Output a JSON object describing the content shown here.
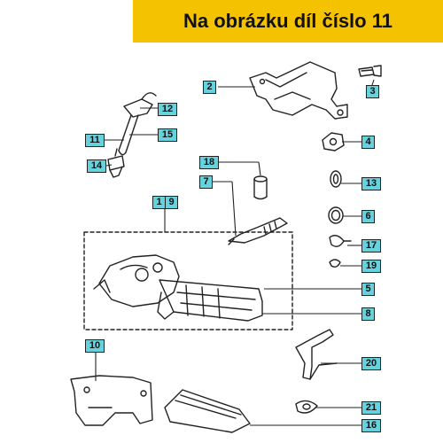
{
  "banner": {
    "text": "Na obrázku díl číslo 11"
  },
  "colors": {
    "banner": "#f5c200",
    "tag": "#66d2dd",
    "line": "#222222"
  },
  "tags": {
    "t1": "1",
    "t2": "2",
    "t3": "3",
    "t4": "4",
    "t5": "5",
    "t6": "6",
    "t7": "7",
    "t8": "8",
    "t9": "9",
    "t10": "10",
    "t11": "11",
    "t12": "12",
    "t13": "13",
    "t14": "14",
    "t15": "15",
    "t16": "16",
    "t17": "17",
    "t18": "18",
    "t19": "19",
    "t20": "20",
    "t21": "21"
  }
}
